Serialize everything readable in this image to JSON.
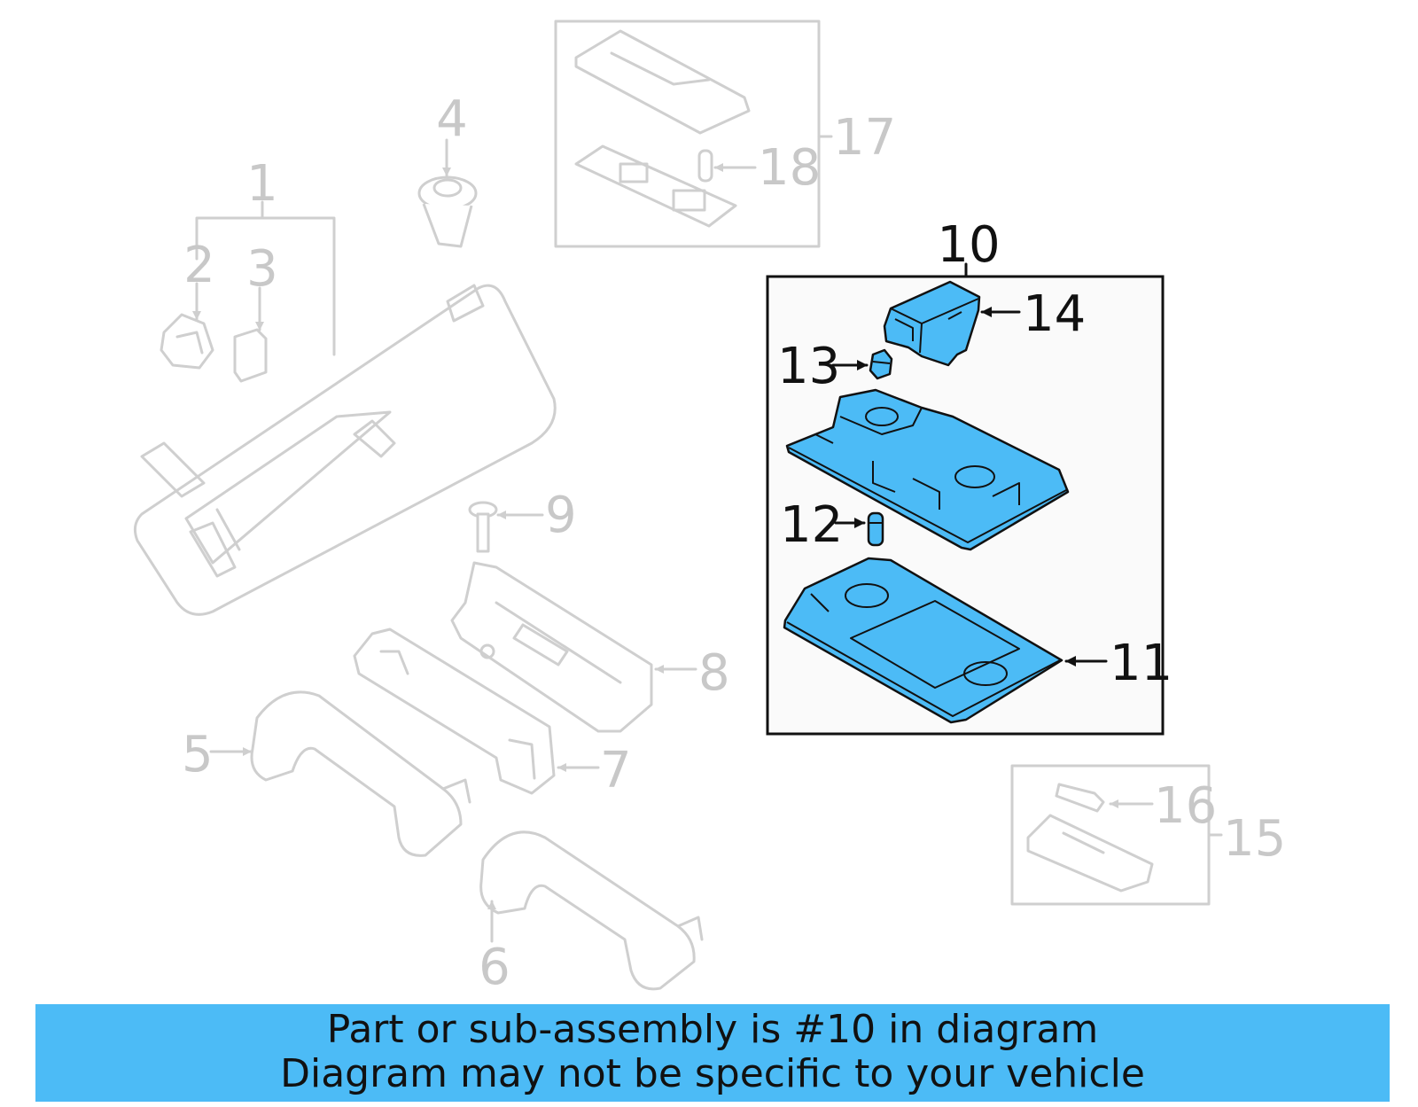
{
  "labels": {
    "n1": "1",
    "n2": "2",
    "n3": "3",
    "n4": "4",
    "n5": "5",
    "n6": "6",
    "n7": "7",
    "n8": "8",
    "n9": "9",
    "n10": "10",
    "n11": "11",
    "n12": "12",
    "n13": "13",
    "n14": "14",
    "n15": "15",
    "n16": "16",
    "n17": "17",
    "n18": "18"
  },
  "highlight_color": "#4cbbf6",
  "banner": {
    "line1": "Part or sub-assembly is #10 in diagram",
    "line2": "Diagram may not be specific to your vehicle"
  }
}
